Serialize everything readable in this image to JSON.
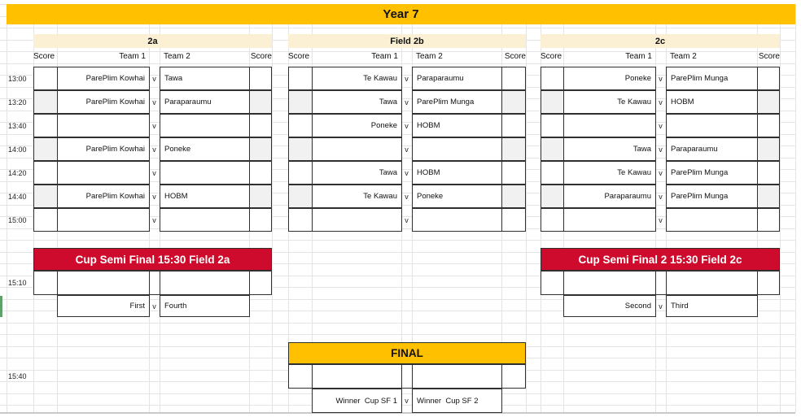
{
  "title": "Year 7",
  "column_headers": {
    "score": "Score",
    "team1": "Team 1",
    "team2": "Team 2"
  },
  "versus": "v",
  "times": [
    "13:00",
    "13:20",
    "13:40",
    "14:00",
    "14:20",
    "14:40",
    "15:00"
  ],
  "shaded_time_rows": [
    "13:20",
    "14:00",
    "14:40"
  ],
  "groups": [
    {
      "name": "2a",
      "matches": [
        {
          "team1": "ParePlim Kowhai",
          "team2": "Tawa"
        },
        {
          "team1": "ParePlim Kowhai",
          "team2": "Paraparaumu"
        },
        {
          "team1": "",
          "team2": ""
        },
        {
          "team1": "ParePlim Kowhai",
          "team2": "Poneke"
        },
        {
          "team1": "",
          "team2": ""
        },
        {
          "team1": "ParePlim Kowhai",
          "team2": "HOBM"
        },
        {
          "team1": "",
          "team2": ""
        }
      ]
    },
    {
      "name": "Field 2b",
      "matches": [
        {
          "team1": "Te Kawau",
          "team2": "Paraparaumu"
        },
        {
          "team1": "Tawa",
          "team2": "ParePlim Munga"
        },
        {
          "team1": "Poneke",
          "team2": "HOBM"
        },
        {
          "team1": "",
          "team2": ""
        },
        {
          "team1": "Tawa",
          "team2": "HOBM"
        },
        {
          "team1": "Te Kawau",
          "team2": "Poneke"
        },
        {
          "team1": "",
          "team2": ""
        }
      ]
    },
    {
      "name": "2c",
      "matches": [
        {
          "team1": "Poneke",
          "team2": "ParePlim Munga"
        },
        {
          "team1": "Te Kawau",
          "team2": "HOBM"
        },
        {
          "team1": "",
          "team2": ""
        },
        {
          "team1": "Tawa",
          "team2": "Paraparaumu"
        },
        {
          "team1": "Te Kawau",
          "team2": "ParePlim Munga"
        },
        {
          "team1": "Paraparaumu",
          "team2": "ParePlim Munga"
        },
        {
          "team1": "",
          "team2": ""
        }
      ]
    }
  ],
  "semi_finals": [
    {
      "banner": "Cup Semi Final 15:30 Field 2a",
      "time": "15:10",
      "team1": "First",
      "team2": "Fourth"
    },
    {
      "banner": "Cup Semi Final 2 15:30 Field 2c",
      "team1": "Second",
      "team2": "Third"
    }
  ],
  "final": {
    "banner": "FINAL",
    "time": "15:40",
    "team1": "Winner  Cup SF 1",
    "team2": "Winner  Cup SF 2"
  },
  "colors": {
    "banner_gold": "#FFC000",
    "header_cream": "#FBF0D3",
    "banner_red": "#CE0B2C",
    "shaded_cell": "#F1F1F1"
  }
}
